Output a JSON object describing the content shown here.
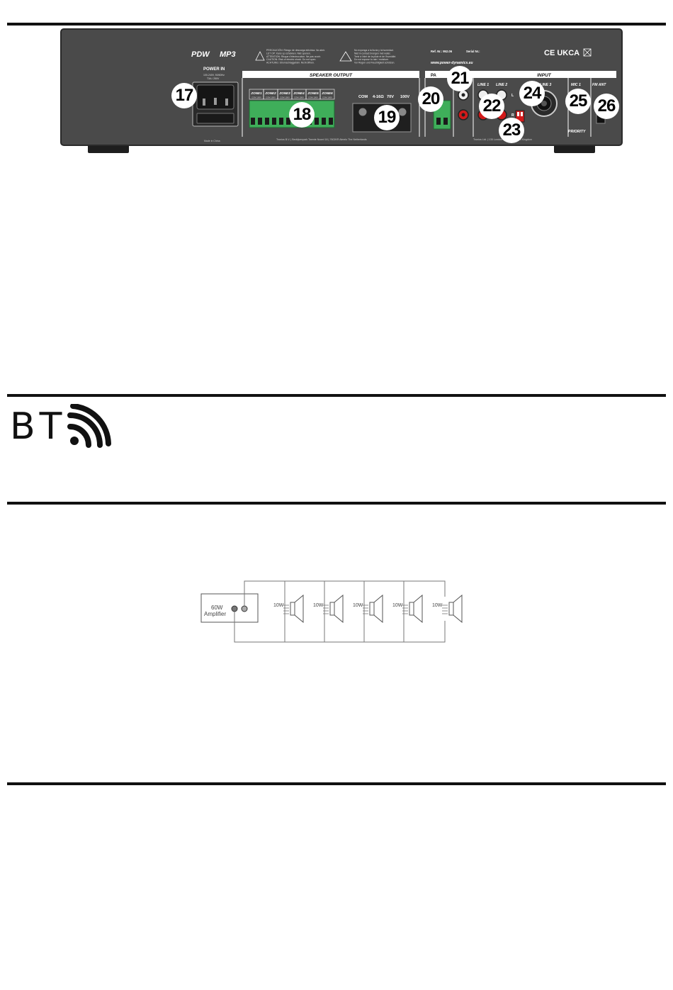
{
  "panel": {
    "brand": "PDW",
    "model": "MP3",
    "power_in_label": "POWER IN",
    "power_in_spec": "100-240V, 50/60Hz",
    "fuse_spec": "T3A / 250V",
    "warning_1_lines": [
      "PRECAUCIÓN: Riesgo de descarga eléctrica. No abrir.",
      "LET OP: Kans op schokken. Niet openen.",
      "ATTENTION: Risque d'électrocution. Ne pas ouvrir.",
      "CAUTION: Risk of electric shock. Do not open.",
      "ACHTUNG: Stromschlaggefahr. Nicht öffnen."
    ],
    "warning_2_lines": [
      "No exponga a la lluvia y la humedad.",
      "Niet in contact brengen met water.",
      "Tenir à l'abri de la pluie et de l'humidité.",
      "Do not expose to rain / moisture.",
      "Vor Regen und Feuchtigkeit schützen."
    ],
    "ref_label": "Ref. Nr.: 952.06",
    "serial_label": "Serial Nr.:",
    "website": "www.power-dynamics.eu",
    "cert_marks": "CE UKCA",
    "speaker_output_label": "SPEAKER OUTPUT",
    "zones": [
      "ZONE1",
      "ZONE2",
      "ZONE3",
      "ZONE4",
      "ZONE5",
      "ZONE6"
    ],
    "zone_sub": "COM 100V",
    "terminal_labels": [
      "COM",
      "4-16Ω",
      "70V",
      "100V"
    ],
    "input_label": "INPUT",
    "page_label_partial": "PA",
    "line_labels": [
      "LINE 1",
      "LINE 2"
    ],
    "mic_line_label": "MIC 2 / LINE 3",
    "mic1_label": "MIC 1",
    "priority_label": "PRIORITY",
    "fm_ant_label": "FM ANT",
    "left_marker": "L",
    "right_marker": "R",
    "made_in": "Made in China",
    "footer_nl": "Tronios B.V. | Bedrijvenpark Twente Noord 18 | 7602KR Almelo The Netherlands",
    "footer_uk": "Tronios Ltd. | 135 London WH6 7JJ United Kingdom",
    "callouts": [
      "17",
      "18",
      "19",
      "20",
      "21",
      "22",
      "23",
      "24",
      "25",
      "26"
    ]
  },
  "bt": {
    "label": "BT",
    "icon": "wireless-signal-icon"
  },
  "diagram": {
    "amplifier_label_line1": "60W",
    "amplifier_label_line2": "Amplifier",
    "speaker_labels": [
      "10W",
      "10W",
      "10W",
      "10W",
      "10W"
    ]
  },
  "colors": {
    "panel": "#4a4a4a",
    "rule": "#111111",
    "terminal_green": "#3fae5a"
  }
}
